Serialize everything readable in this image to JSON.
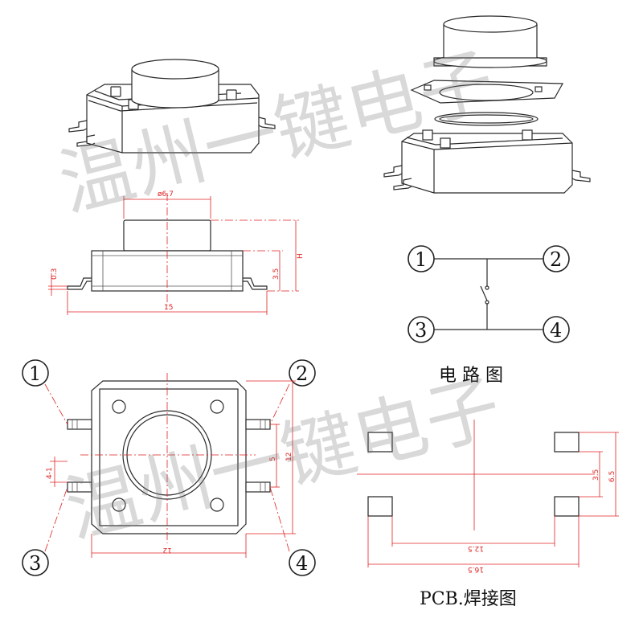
{
  "watermark": {
    "text_1": "温州一键电子",
    "text_2": "温州一键电子"
  },
  "side_view": {
    "dim_diameter": "ø6.7",
    "dim_height": "H",
    "dim_body": "3.5",
    "dim_lead": "0.3",
    "dim_width": "15"
  },
  "top_view": {
    "dim_pin_gap": "4-1",
    "dim_inner": "5",
    "dim_body": "12",
    "dim_width": "12"
  },
  "pins": [
    "1",
    "2",
    "3",
    "4"
  ],
  "circuit": {
    "caption": "电 路 图"
  },
  "pcb": {
    "dim_inner_v": "3.5",
    "dim_outer_v": "6.5",
    "dim_inner_h": "12.5",
    "dim_outer_h": "16.5",
    "caption": "PCB.焊接图"
  }
}
